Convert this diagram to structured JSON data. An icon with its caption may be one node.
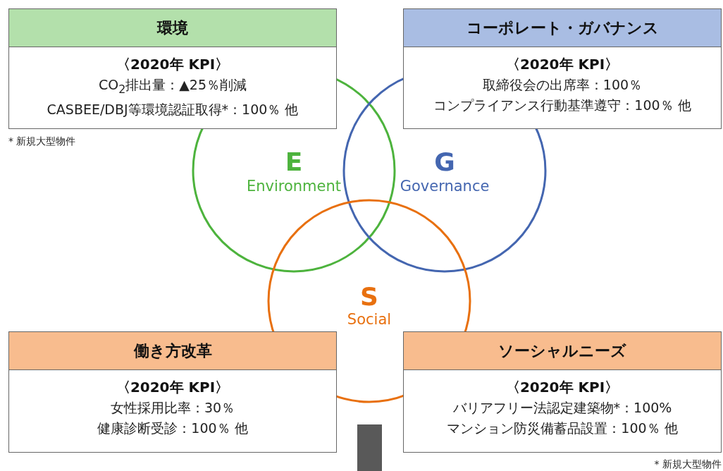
{
  "diagram": {
    "nodes": [
      {
        "text": [
          "環境",
          "〈2020年 KPI〉",
          "CO$_{2}$排出量：▲25％削減",
          "CASBEE/DBJ等環境認証取得*：100％ 他"
        ]
      },
      {
        "text": [
          "コーポレート・ガバナンス",
          "〈2020年 KPI〉",
          "取締役会の出席率：100％",
          "コンプライアンス行動基準遵守：100％ 他"
        ]
      },
      {
        "text": [
          "E",
          "Environment"
        ]
      },
      {
        "text": [
          "G",
          "Governance"
        ]
      },
      {
        "text": [
          "S",
          "Social"
        ]
      },
      {
        "text": [
          "働き方改革",
          "〈2020年 KPI〉",
          "女性採用比率：30％",
          "健康診断受診：100％ 他"
        ]
      },
      {
        "text": [
          "ソーシャルニーズ",
          "〈2020年 KPI〉",
          "バリアフリー法認定建築物*：100%",
          "マンション防災備蓄品設置：100％ 他"
        ]
      }
    ],
    "labels": [
      "* 新規大型物件",
      "* 新規大型物件"
    ]
  }
}
